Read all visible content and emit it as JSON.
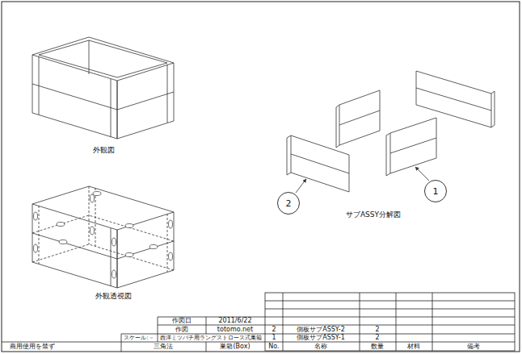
{
  "diagram": {
    "nodes": [
      {
        "text": [
          "2"
        ]
      },
      {
        "text": [
          "1"
        ]
      }
    ],
    "labels": [
      "外観図",
      "サブASSY分解図",
      "外観透視図",
      "作図日",
      "2011/6/22",
      "作図",
      "totomo.net",
      "2",
      "側板サブASSY-2",
      "2",
      "スケール:－",
      "西洋ミツバチ用ラングストロース式巣箱",
      "1",
      "側板サブASSY-1",
      "2",
      "商用使用を禁ず",
      "三角法",
      "巣箱(Box)",
      "No.",
      "名称",
      "数量",
      "材料",
      "備考"
    ]
  }
}
